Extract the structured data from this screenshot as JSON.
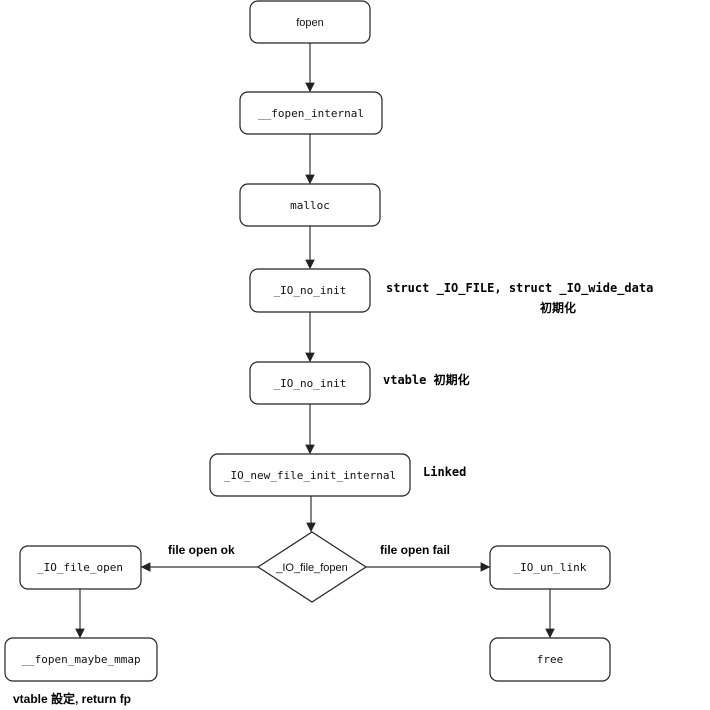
{
  "nodes": {
    "fopen": "fopen",
    "fopen_internal": "__fopen_internal",
    "malloc": "malloc",
    "io_no_init_1": "_IO_no_init",
    "io_no_init_2": "_IO_no_init",
    "io_new_file_init_internal": "_IO_new_file_init_internal",
    "io_file_fopen": "_IO_file_fopen",
    "io_file_open": "_IO_file_open",
    "fopen_maybe_mmap": "__fopen_maybe_mmap",
    "io_un_link": "_IO_un_link",
    "free": "free"
  },
  "annotations": {
    "struct_init_line1": "struct _IO_FILE, struct _IO_wide_data",
    "struct_init_line2": "初期化",
    "vtable_init": "vtable 初期化",
    "linked": "Linked",
    "file_open_ok": "file open ok",
    "file_open_fail": "file open fail",
    "vtable_set_return": "vtable 設定, return fp"
  }
}
